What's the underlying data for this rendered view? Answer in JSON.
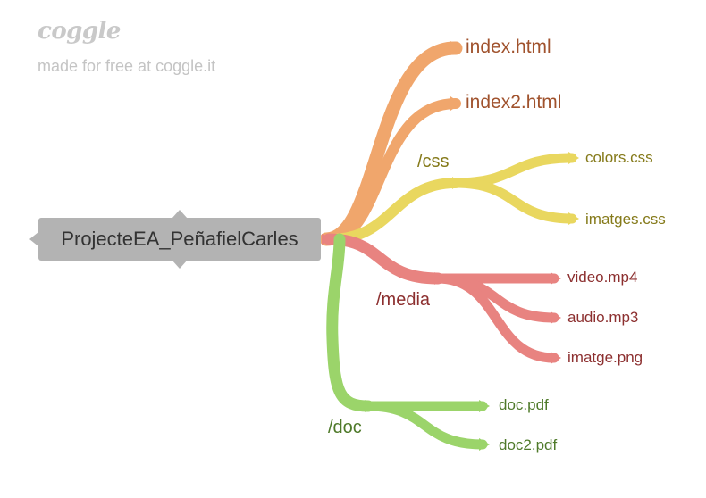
{
  "watermark": {
    "logo": "coggle",
    "tagline": "made for free at coggle.it"
  },
  "colors": {
    "orange": "#f0a66c",
    "orange_text": "#a0522d",
    "yellow": "#e9d75f",
    "yellow_text": "#857a1a",
    "red": "#e88380",
    "red_text": "#8c2f2f",
    "green": "#9bd46a",
    "green_text": "#4f7a2a",
    "root_bg": "#b3b3b3"
  },
  "mindmap": {
    "root": "ProjecteEA_PeñafielCarles",
    "branches": [
      {
        "label": "index.html",
        "color": "orange"
      },
      {
        "label": "index2.html",
        "color": "orange"
      },
      {
        "label": "/css",
        "color": "yellow",
        "children": [
          {
            "label": "colors.css"
          },
          {
            "label": "imatges.css"
          }
        ]
      },
      {
        "label": "/media",
        "color": "red",
        "children": [
          {
            "label": "video.mp4"
          },
          {
            "label": "audio.mp3"
          },
          {
            "label": "imatge.png"
          }
        ]
      },
      {
        "label": "/doc",
        "color": "green",
        "children": [
          {
            "label": "doc.pdf"
          },
          {
            "label": "doc2.pdf"
          }
        ]
      }
    ]
  }
}
